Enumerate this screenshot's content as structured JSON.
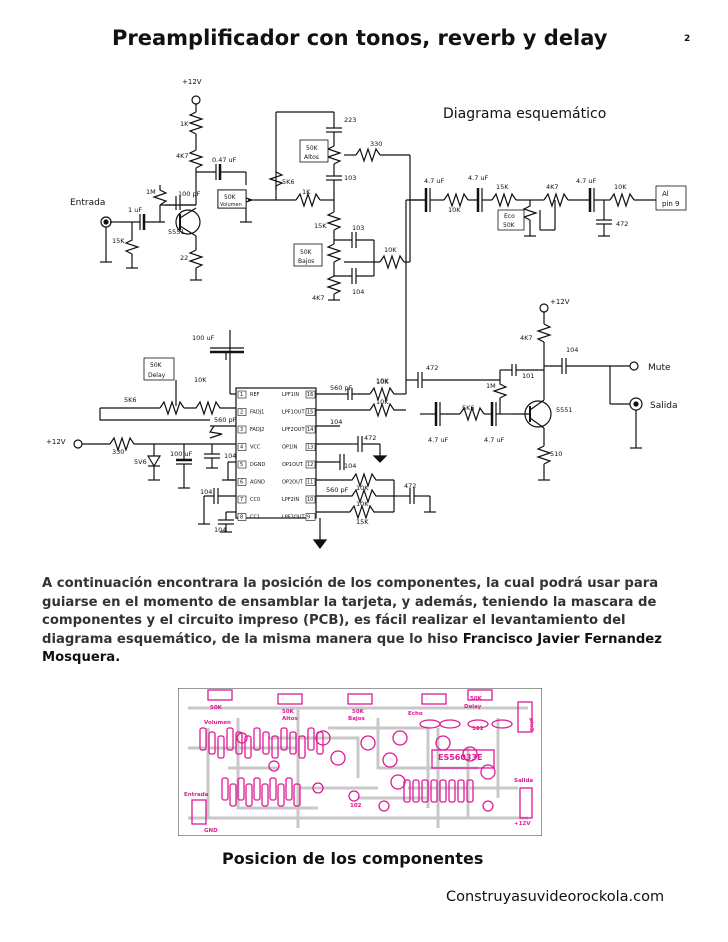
{
  "page": {
    "title": "Preamplificador con tonos, reverb y delay",
    "page_number": "2",
    "schematic_label": "Diagrama esquemático",
    "paragraph_text": "A continuación encontrara la posición de los componentes, la cual podrá usar para guiarse en el momento de ensamblar la tarjeta, y además, teniendo la mascara de componentes y el circuito impreso (PCB), es fácil realizar el levantamiento del diagrama esquemático, de la misma manera que lo hiso ",
    "paragraph_author": "Francisco Javier Fernandez Mosquera.",
    "pcb_caption": "Posicion de los  componentes",
    "footer": "Construyasuvideorockola.com"
  },
  "schematic": {
    "supply_top": "+12V",
    "supply_right": "+12V",
    "supply_left": "+12V",
    "input_label": "Entrada",
    "output_mute": "Mute",
    "output_salida": "Salida",
    "to_pin9": [
      "Al",
      "pin 9"
    ],
    "pots": {
      "volumen": [
        "50K",
        "Volumen"
      ],
      "altos": [
        "50K",
        "Altos"
      ],
      "bajos": [
        "50K",
        "Bajos"
      ],
      "eco": [
        "Eco",
        "50K"
      ],
      "delay": [
        "50K",
        "Delay"
      ]
    },
    "components": {
      "r_1k_a": "1K",
      "r_4k7_a": "4K7",
      "r_1m_a": "1M",
      "c_1uf": "1 uF",
      "r_15k_a": "15K",
      "q1": "5551",
      "r_22": "22",
      "c_100pf": "100 pF",
      "c_047uf": "0.47 uF",
      "r_5k6_a": "5K6",
      "r_1k_b": "1K",
      "c_223": "223",
      "r_330_a": "330",
      "c_103_a": "103",
      "r_15k_b": "15K",
      "c_103_b": "103",
      "r_10k_a": "10K",
      "c_104_a": "104",
      "r_4k7_b": "4K7",
      "c_47uf_a": "4.7 uF",
      "c_47uf_b": "4.7 uF",
      "c_47uf_c": "4.7 uF",
      "r_10k_b": "10K",
      "r_15k_c": "15K",
      "r_4k7_c": "4K7",
      "r_10k_c": "10K",
      "c_472_a": "472",
      "c_100uf_a": "100 uF",
      "r_10k_d": "10K",
      "r_5k6_b": "5K6",
      "c_560pf_a": "560 pF",
      "r_330_b": "330",
      "z_5v6": "5V6",
      "c_100uf_b": "100 uF",
      "c_104_b": "104",
      "c_104_c": "104",
      "c_104_d": "104",
      "c_560pf_b": "560 pF",
      "r_10k_e": "10K",
      "r_10k_f": "10K",
      "c_104_e": "104",
      "c_472_b": "472",
      "c_104_f": "104",
      "c_560pf_c": "560 pF",
      "r_10k_g": "10K",
      "c_472_c": "472",
      "r_10k_h": "10K",
      "r_15k_d": "15K",
      "c_472_d": "472",
      "r_10k_i": "10K",
      "r_1m_b": "1M",
      "c_101": "101",
      "r_4k7_d": "4K7",
      "c_104_g": "104",
      "r_5k6_c": "5K6",
      "c_47uf_d": "4.7 uF",
      "c_47uf_e": "4.7 uF",
      "q2": "5551",
      "r_510": "510"
    },
    "ic_left": [
      {
        "pin": "1",
        "name": "REF"
      },
      {
        "pin": "2",
        "name": "FADJ1"
      },
      {
        "pin": "3",
        "name": "FADJ2"
      },
      {
        "pin": "4",
        "name": "VCC"
      },
      {
        "pin": "5",
        "name": "DGND"
      },
      {
        "pin": "6",
        "name": "AGND"
      },
      {
        "pin": "7",
        "name": "CC0"
      },
      {
        "pin": "8",
        "name": "CC1"
      }
    ],
    "ic_right": [
      {
        "pin": "16",
        "name": "LPF1IN"
      },
      {
        "pin": "15",
        "name": "LPF1OUT"
      },
      {
        "pin": "14",
        "name": "LPF2OUT"
      },
      {
        "pin": "13",
        "name": "OP1IN"
      },
      {
        "pin": "12",
        "name": "OP1OUT"
      },
      {
        "pin": "11",
        "name": "OP2OUT"
      },
      {
        "pin": "10",
        "name": "LPF2IN"
      },
      {
        "pin": "9",
        "name": "LPF2OUT"
      }
    ]
  },
  "pcb": {
    "color_pink": "#e01894",
    "color_trace": "#c8c8c8",
    "labels": {
      "volumen": [
        "50K",
        "Volumen"
      ],
      "altos": [
        "50K",
        "Altos"
      ],
      "bajos": [
        "50K",
        "Bajos"
      ],
      "echo": "Echo",
      "delay": [
        "50K",
        "Delay"
      ],
      "entrada": "Entrada",
      "gnd": "GND",
      "salida": "Salida",
      "v12": "+12V",
      "pin9": "pin9",
      "ic": "ES56033E",
      "n_102": "102",
      "n_101": "101"
    }
  }
}
